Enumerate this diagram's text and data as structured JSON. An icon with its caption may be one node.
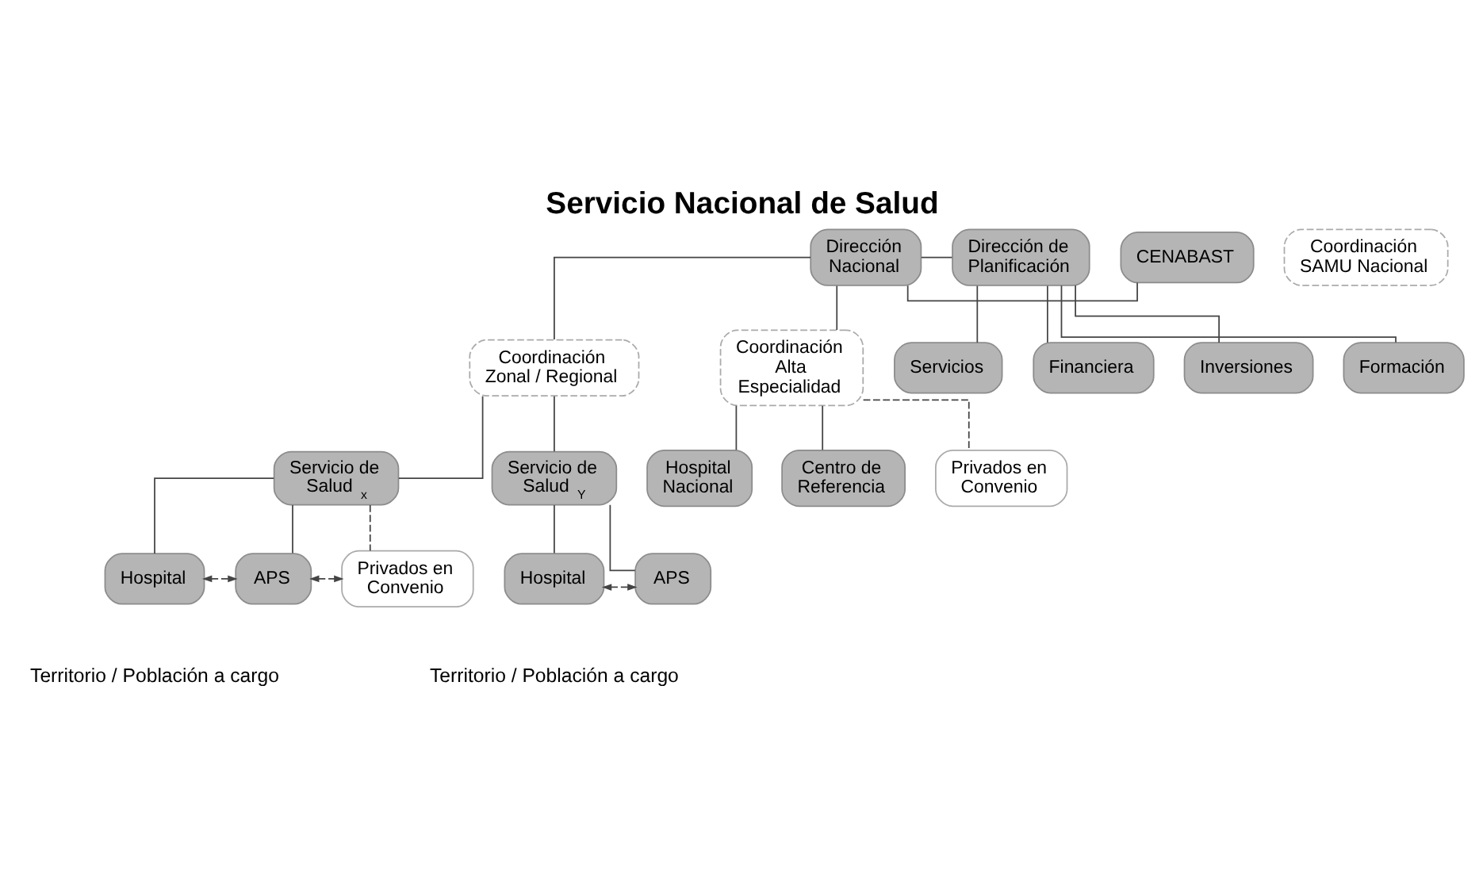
{
  "diagram": {
    "title": "Servicio Nacional de Salud",
    "nodes": [
      {
        "text": [
          "Dirección Nacional"
        ]
      },
      {
        "text": [
          "CENABAST"
        ]
      },
      {
        "text": [
          "Dirección de Planificación"
        ]
      },
      {
        "text": [
          "Servicios"
        ]
      },
      {
        "text": [
          "Financiera"
        ]
      },
      {
        "text": [
          "Inversiones"
        ]
      },
      {
        "text": [
          "Formación"
        ]
      },
      {
        "text": [
          "Coordinación Zonal / Regional"
        ]
      },
      {
        "text": [
          "Coordinación SAMU Nacional"
        ]
      },
      {
        "text": [
          "Coordinación Alta Especialidad"
        ]
      },
      {
        "text": [
          "Hospital Nacional"
        ]
      },
      {
        "text": [
          "Centro de Referencia"
        ]
      },
      {
        "text": [
          "Privados en Convenio"
        ]
      },
      {
        "text": [
          "Servicio de Salud $_{x}$"
        ]
      },
      {
        "text": [
          "Servicio de Salud $_{Y}$"
        ]
      },
      {
        "text": [
          "Hospital"
        ]
      },
      {
        "text": [
          "APS"
        ]
      },
      {
        "text": [
          "Privados en Convenio"
        ]
      },
      {
        "text": [
          "Hospital"
        ]
      },
      {
        "text": [
          "APS"
        ]
      }
    ],
    "edges": [
      {
        "from": 0,
        "to": 1,
        "arrow": "none"
      },
      {
        "from": 0,
        "to": 2,
        "arrow": "none"
      },
      {
        "from": 2,
        "to": 3,
        "arrow": "none"
      },
      {
        "from": 2,
        "to": 4,
        "arrow": "none"
      },
      {
        "from": 2,
        "to": 5,
        "arrow": "none"
      },
      {
        "from": 2,
        "to": 6,
        "arrow": "none"
      },
      {
        "from": 0,
        "to": 7,
        "arrow": "none"
      },
      {
        "from": 0,
        "to": 9,
        "arrow": "none"
      },
      {
        "from": 9,
        "to": 10,
        "arrow": "none"
      },
      {
        "from": 9,
        "to": 11,
        "arrow": "none"
      },
      {
        "from": 9,
        "to": 12,
        "arrow": "none",
        "style": "dashed"
      },
      {
        "from": 7,
        "to": 13,
        "arrow": "none"
      },
      {
        "from": 7,
        "to": 14,
        "arrow": "none"
      },
      {
        "from": 13,
        "to": 15,
        "arrow": "none"
      },
      {
        "from": 13,
        "to": 16,
        "arrow": "none"
      },
      {
        "from": 13,
        "to": 17,
        "arrow": "none",
        "style": "dashed"
      },
      {
        "from": 15,
        "to": 16,
        "arrow": "both",
        "style": "dashed"
      },
      {
        "from": 16,
        "to": 17,
        "arrow": "both",
        "style": "dashed"
      },
      {
        "from": 14,
        "to": 18,
        "arrow": "none"
      },
      {
        "from": 14,
        "to": 19,
        "arrow": "none"
      },
      {
        "from": 18,
        "to": 19,
        "arrow": "both",
        "style": "dashed"
      }
    ],
    "labels": [
      "Territorio / Población a cargo",
      "Territorio / Población a cargo"
    ]
  }
}
